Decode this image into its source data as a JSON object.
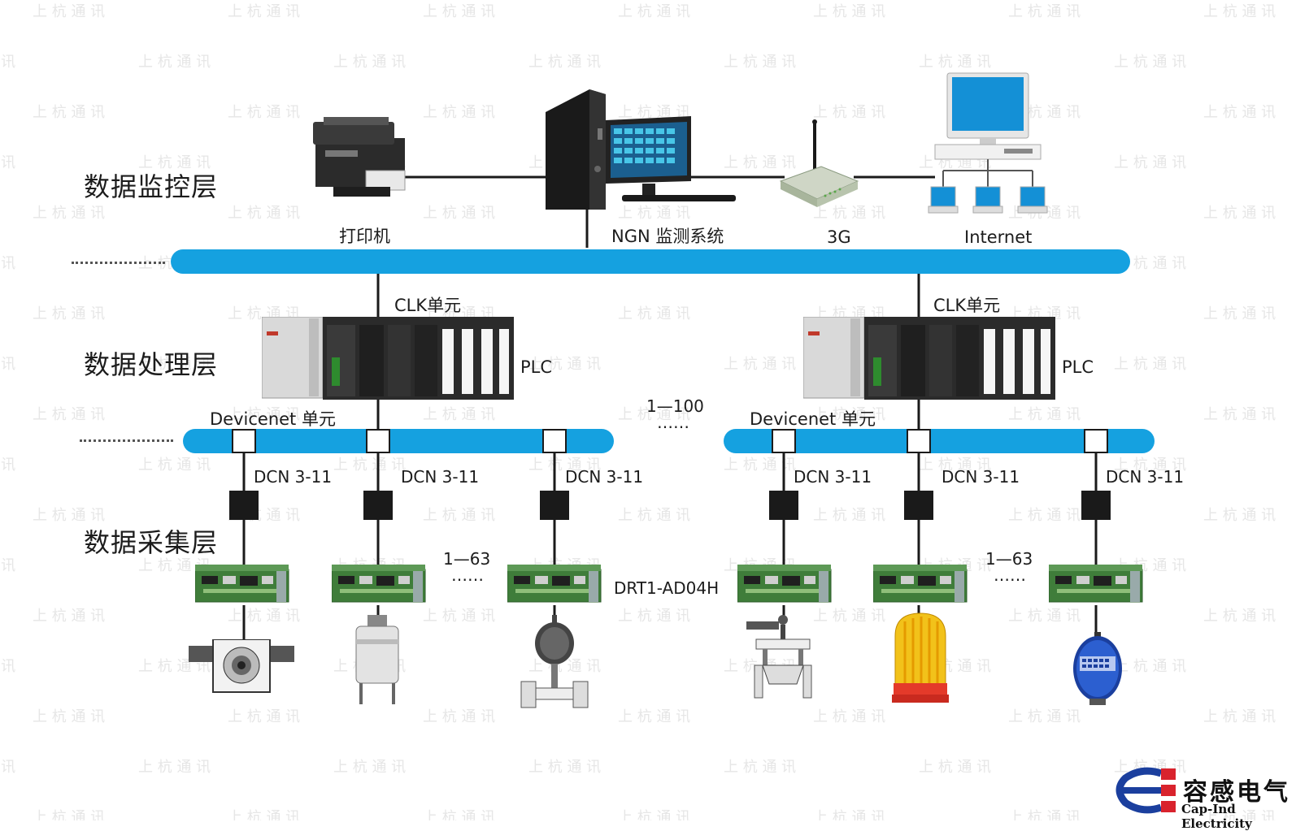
{
  "layers": {
    "monitor": "数据监控层",
    "process": "数据处理层",
    "collect": "数据采集层"
  },
  "top": {
    "printer": "打印机",
    "ngn": "NGN 监测系统",
    "g3": "3G",
    "internet": "Internet"
  },
  "left": {
    "clk": "CLK单元",
    "plc": "PLC",
    "devicenet": "Devicenet 单元",
    "dcn": [
      "DCN 3-11",
      "DCN 3-11",
      "DCN 3-11"
    ],
    "range": "1—63",
    "range_dots": "……",
    "module": "DRT1-AD04H"
  },
  "right": {
    "clk": "CLK单元",
    "plc": "PLC",
    "devicenet": "Devicenet 单元",
    "dcn": [
      "DCN 3-11",
      "DCN 3-11",
      "DCN 3-11"
    ],
    "range": "1—63",
    "range_dots": "……"
  },
  "middle": {
    "range": "1—100",
    "range_dots": "……"
  },
  "logo": {
    "name": "容感电气",
    "sub": "Cap-Ind Electricity"
  },
  "watermark": {
    "text": "上 杭 通 讯"
  },
  "colors": {
    "bus": "#15a1e0",
    "line": "#1a1a1a",
    "logo_blue": "#1b3f9e",
    "logo_red": "#d9232d"
  }
}
